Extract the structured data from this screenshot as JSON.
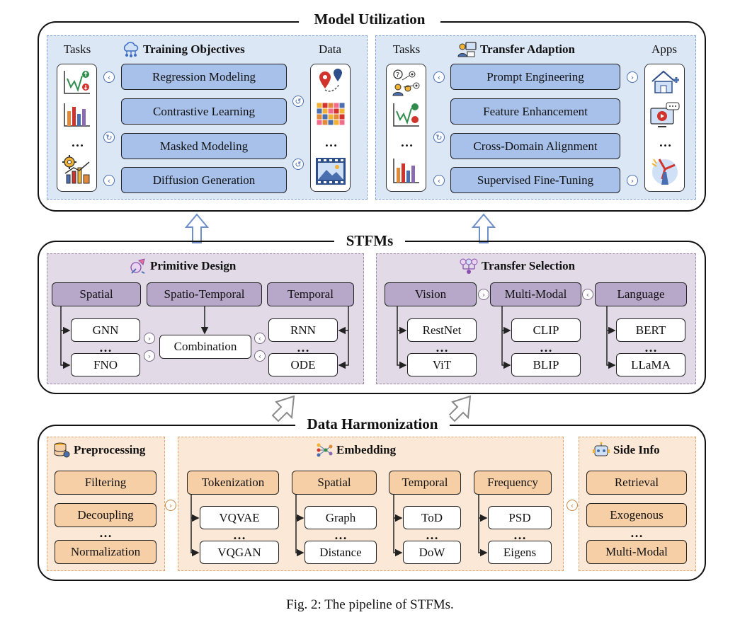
{
  "model_utilization": {
    "title": "Model Utilization",
    "training": {
      "title": "Training Objectives",
      "tasks_label": "Tasks",
      "data_label": "Data",
      "items": [
        "Regression Modeling",
        "Contrastive Learning",
        "Masked Modeling",
        "Diffusion Generation"
      ]
    },
    "transfer": {
      "title": "Transfer Adaption",
      "tasks_label": "Tasks",
      "apps_label": "Apps",
      "items": [
        "Prompt Engineering",
        "Feature Enhancement",
        "Cross-Domain Alignment",
        "Supervised Fine-Tuning"
      ]
    }
  },
  "stfms": {
    "title": "STFMs",
    "primitive": {
      "title": "Primitive Design",
      "headers": [
        "Spatial",
        "Spatio-Temporal",
        "Temporal"
      ],
      "spatial_items": [
        "GNN",
        "FNO"
      ],
      "temporal_items": [
        "RNN",
        "ODE"
      ],
      "combination": "Combination"
    },
    "transfer_selection": {
      "title": "Transfer Selection",
      "headers": [
        "Vision",
        "Multi-Modal",
        "Language"
      ],
      "vision_items": [
        "RestNet",
        "ViT"
      ],
      "multimodal_items": [
        "CLIP",
        "BLIP"
      ],
      "language_items": [
        "BERT",
        "LLaMA"
      ]
    }
  },
  "data_harmonization": {
    "title": "Data Harmonization",
    "preprocessing": {
      "title": "Preprocessing",
      "items": [
        "Filtering",
        "Decoupling",
        "Normalization"
      ]
    },
    "embedding": {
      "title": "Embedding",
      "headers": [
        "Tokenization",
        "Spatial",
        "Temporal",
        "Frequency"
      ],
      "tokenization_items": [
        "VQVAE",
        "VQGAN"
      ],
      "spatial_items": [
        "Graph",
        "Distance"
      ],
      "temporal_items": [
        "ToD",
        "DoW"
      ],
      "frequency_items": [
        "PSD",
        "Eigens"
      ]
    },
    "side_info": {
      "title": "Side Info",
      "items": [
        "Retrieval",
        "Exogenous",
        "Multi-Modal"
      ]
    }
  },
  "ellipsis": "…",
  "caption": "Fig. 2: The pipeline of STFMs."
}
